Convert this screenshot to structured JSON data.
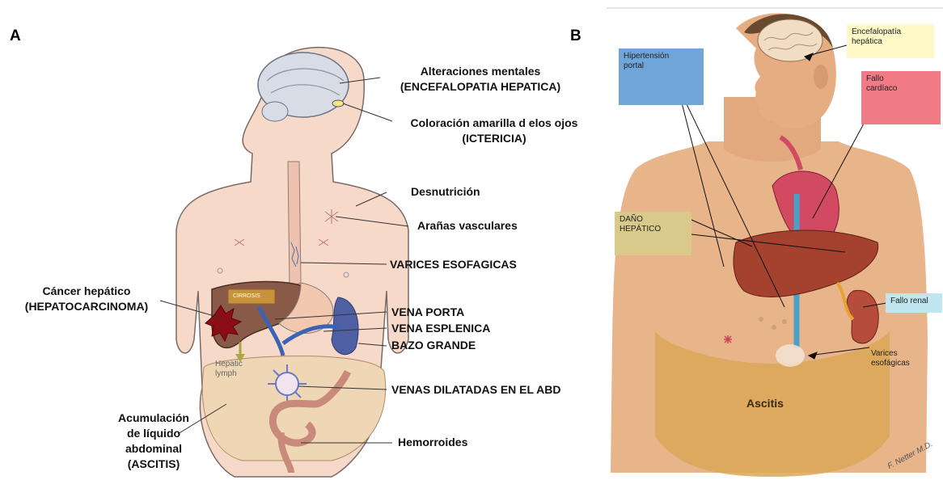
{
  "panel_a": {
    "letter": "A",
    "labels": {
      "mental": [
        "Alteraciones mentales",
        "(ENCEFALOPATIA HEPATICA)"
      ],
      "eyes": [
        "Coloración amarilla d elos ojos",
        "(ICTERICIA)"
      ],
      "malnutrition": "Desnutrición",
      "spiders": "Arañas vasculares",
      "varices": "VARICES ESOFAGICAS",
      "cancer": [
        "Cáncer hepático",
        "(HEPATOCARCINOMA)"
      ],
      "portal": "VENA PORTA",
      "splenic": "VENA ESPLENICA",
      "spleen": "BAZO GRANDE",
      "abd_veins": "VENAS DILATADAS EN EL ABD",
      "ascites": [
        "Acumulación",
        "de líquido",
        "abdominal",
        "(ASCITIS)"
      ],
      "hemorrhoids": "Hemorroides",
      "cirrhosis_tag": "CIRROSIS",
      "lymph": [
        "Hepatic",
        "lymph"
      ]
    }
  },
  "panel_b": {
    "letter": "B",
    "labels": {
      "encephalopathy": [
        "Encefalopatía",
        "hepática"
      ],
      "portal_hypertension": [
        "Hipertensión",
        "portal"
      ],
      "heart_failure": [
        "Fallo",
        "cardíaco"
      ],
      "liver_damage": [
        "DAÑO",
        "HEPÁTICO"
      ],
      "kidney_failure": "Fallo renal",
      "varices": [
        "Varices",
        "esofágicas"
      ],
      "ascites": "Ascitis",
      "signature": "F. Netter M.D."
    },
    "colors": {
      "encephalopathy_box": "#fff9c8",
      "portal_box": "#6fa5d8",
      "heart_box": "#f07b86",
      "liver_box": "#d9c98a",
      "kidney_box": "#bfe6ef",
      "skin": "#e8b48a",
      "ascites_belly": "#d9a756"
    }
  }
}
